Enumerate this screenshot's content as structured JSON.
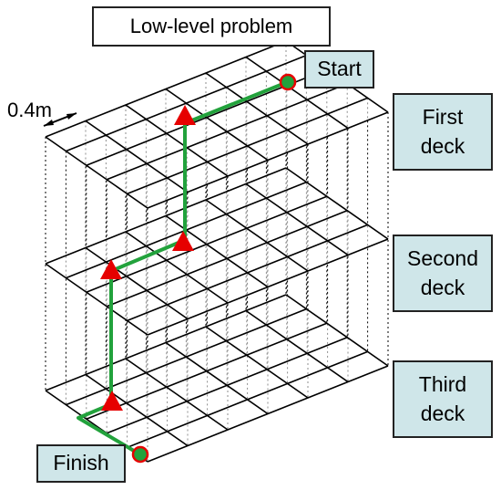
{
  "title": "Low-level problem",
  "scale_label": "0.4m",
  "labels": {
    "start": "Start",
    "finish": "Finish",
    "first_deck": "First\ndeck",
    "second_deck": "Second\ndeck",
    "third_deck": "Third\ndeck"
  },
  "grid": {
    "rows": 5,
    "cols": 6,
    "decks": 3
  },
  "colors": {
    "grid_line": "#000000",
    "path": "#22a23c",
    "marker": "#e60000",
    "label_fill": "#cfe6e9",
    "start_dot": "#22a23c",
    "dot_ring": "#e60000"
  }
}
